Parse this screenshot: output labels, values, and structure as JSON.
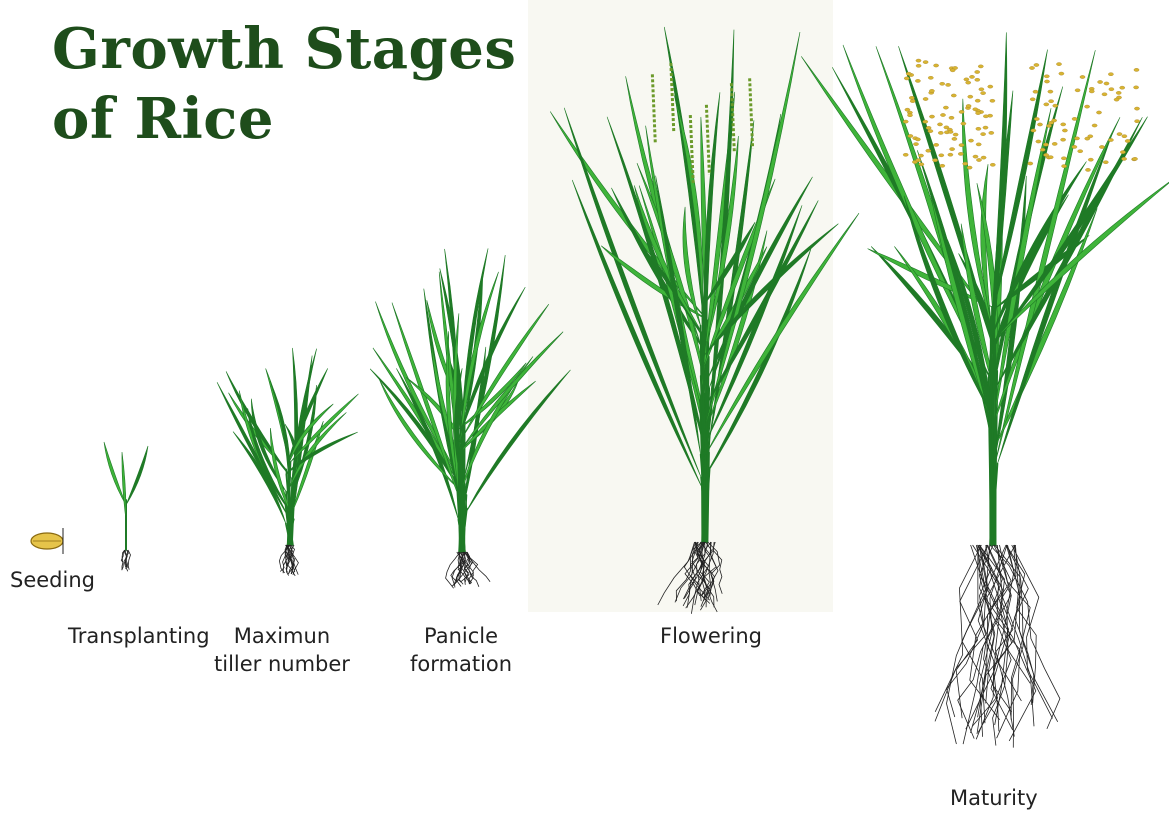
{
  "title": "Growth Stages\nof Rice",
  "stages": [
    {
      "label": "Seeding"
    },
    {
      "label": "Transplanting"
    },
    {
      "label": "Maximun\ntiller number"
    },
    {
      "label": "Panicle\nformation"
    },
    {
      "label": "Flowering"
    },
    {
      "label": "Maturity"
    }
  ],
  "colors": {
    "title": "#1e4d1b",
    "leaf_light": "#3fb43a",
    "leaf_dark": "#1f7a26",
    "root": "#222222",
    "grain": "#e6c44a",
    "panicle_gold": "#d8b432"
  }
}
